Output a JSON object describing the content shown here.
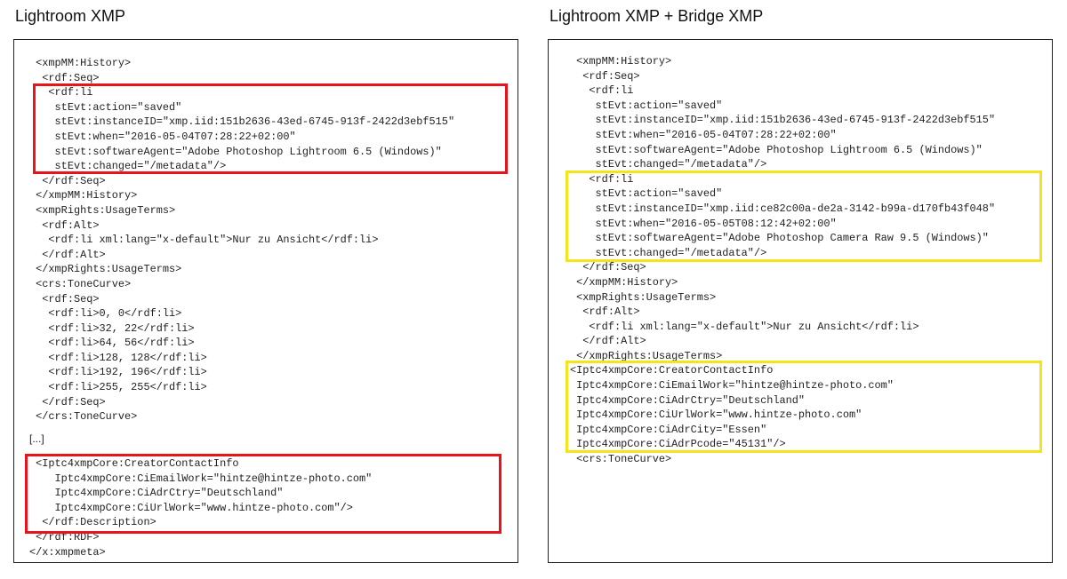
{
  "left": {
    "title": "Lightroom XMP",
    "block1": [
      " <xmpMM:History>",
      "  <rdf:Seq>",
      "   <rdf:li",
      "    stEvt:action=\"saved\"",
      "    stEvt:instanceID=\"xmp.iid:151b2636-43ed-6745-913f-2422d3ebf515\"",
      "    stEvt:when=\"2016-05-04T07:28:22+02:00\"",
      "    stEvt:softwareAgent=\"Adobe Photoshop Lightroom 6.5 (Windows)\"",
      "    stEvt:changed=\"/metadata\"/>",
      "  </rdf:Seq>",
      " </xmpMM:History>",
      " <xmpRights:UsageTerms>",
      "  <rdf:Alt>",
      "   <rdf:li xml:lang=\"x-default\">Nur zu Ansicht</rdf:li>",
      "  </rdf:Alt>",
      " </xmpRights:UsageTerms>",
      " <crs:ToneCurve>",
      "  <rdf:Seq>",
      "   <rdf:li>0, 0</rdf:li>",
      "   <rdf:li>32, 22</rdf:li>",
      "   <rdf:li>64, 56</rdf:li>",
      "   <rdf:li>128, 128</rdf:li>",
      "   <rdf:li>192, 196</rdf:li>",
      "   <rdf:li>255, 255</rdf:li>",
      "  </rdf:Seq>",
      " </crs:ToneCurve>"
    ],
    "ellipsis": "[...]",
    "block2": [
      " <Iptc4xmpCore:CreatorContactInfo",
      "    Iptc4xmpCore:CiEmailWork=\"hintze@hintze-photo.com\"",
      "    Iptc4xmpCore:CiAdrCtry=\"Deutschland\"",
      "    Iptc4xmpCore:CiUrlWork=\"www.hintze-photo.com\"/>",
      "  </rdf:Description>",
      " </rdf:RDF>",
      "</x:xmpmeta>"
    ]
  },
  "right": {
    "title": "Lightroom XMP + Bridge XMP",
    "block1": [
      " <xmpMM:History>",
      "  <rdf:Seq>",
      "   <rdf:li",
      "    stEvt:action=\"saved\"",
      "    stEvt:instanceID=\"xmp.iid:151b2636-43ed-6745-913f-2422d3ebf515\"",
      "    stEvt:when=\"2016-05-04T07:28:22+02:00\"",
      "    stEvt:softwareAgent=\"Adobe Photoshop Lightroom 6.5 (Windows)\"",
      "    stEvt:changed=\"/metadata\"/>",
      "   <rdf:li",
      "    stEvt:action=\"saved\"",
      "    stEvt:instanceID=\"xmp.iid:ce82c00a-de2a-3142-b99a-d170fb43f048\"",
      "    stEvt:when=\"2016-05-05T08:12:42+02:00\"",
      "    stEvt:softwareAgent=\"Adobe Photoshop Camera Raw 9.5 (Windows)\"",
      "    stEvt:changed=\"/metadata\"/>",
      "  </rdf:Seq>",
      " </xmpMM:History>",
      " <xmpRights:UsageTerms>",
      "  <rdf:Alt>",
      "   <rdf:li xml:lang=\"x-default\">Nur zu Ansicht</rdf:li>",
      "  </rdf:Alt>",
      " </xmpRights:UsageTerms>",
      "<Iptc4xmpCore:CreatorContactInfo",
      " Iptc4xmpCore:CiEmailWork=\"hintze@hintze-photo.com\"",
      " Iptc4xmpCore:CiAdrCtry=\"Deutschland\"",
      " Iptc4xmpCore:CiUrlWork=\"www.hintze-photo.com\"",
      " Iptc4xmpCore:CiAdrCity=\"Essen\"",
      " Iptc4xmpCore:CiAdrPcode=\"45131\"/>",
      " <crs:ToneCurve>"
    ]
  },
  "colors": {
    "red_highlight": "#e8141b",
    "yellow_highlight": "#f5e41a"
  }
}
